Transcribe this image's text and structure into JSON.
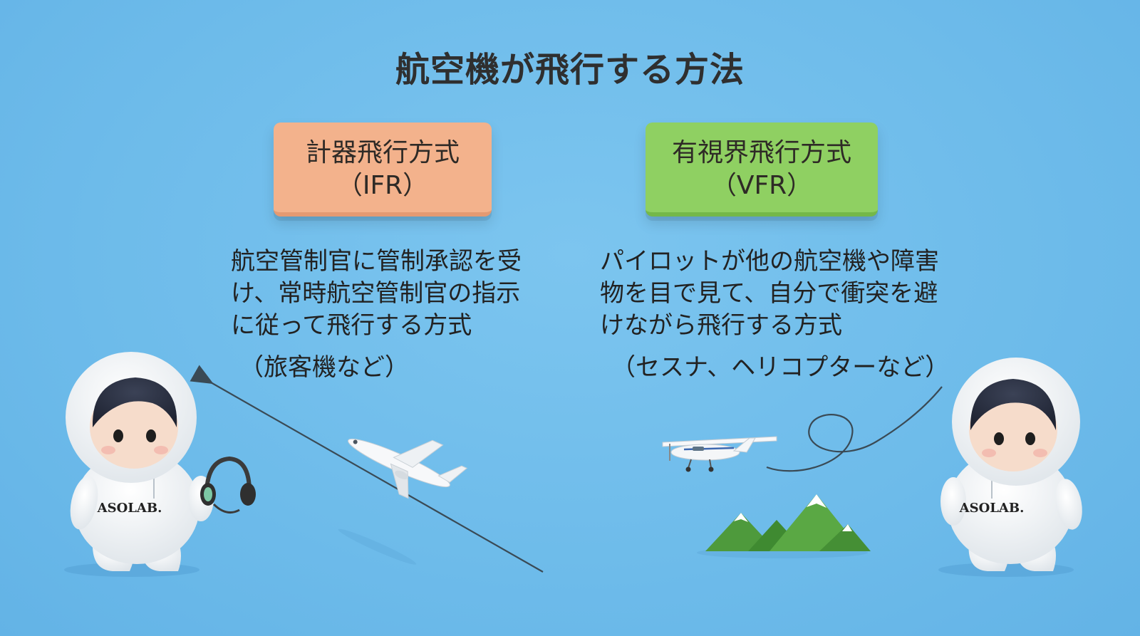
{
  "title": "航空機が飛行する方法",
  "ifr": {
    "name": "計器飛行方式",
    "abbr": "（IFR）",
    "description": "航空管制官に管制承認を受け、常時航空管制官の指示に従って飛行する方式",
    "example": "（旅客機など）"
  },
  "vfr": {
    "name": "有視界飛行方式",
    "abbr": "（VFR）",
    "description": "パイロットが他の航空機や障害物を目で見て、自分で衝突を避けながら飛行する方式",
    "example": "（セスナ、ヘリコプターなど）"
  },
  "mascot": {
    "left_label": "ASOLAB.",
    "right_label": "ASOLAB."
  },
  "colors": {
    "background": "#6dbbea",
    "ifr_box": "#f3b28c",
    "vfr_box": "#8fd062"
  }
}
